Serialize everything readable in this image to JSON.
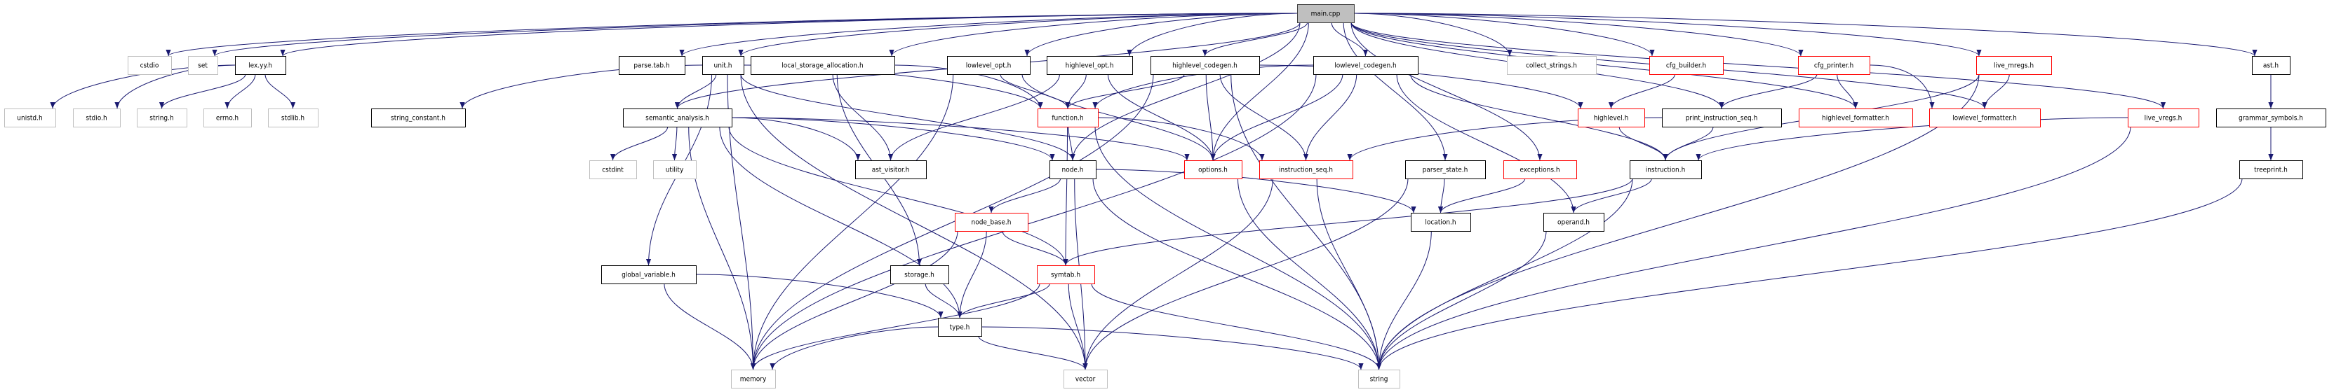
{
  "colors": {
    "edge": "#191970",
    "root_fill": "#bfbfbf",
    "documented_border": "#000000",
    "incomplete_border": "#ff0000",
    "external_border": "#bfbfbf"
  },
  "nodes": {
    "main": {
      "label": "main.cpp",
      "kind": "root"
    },
    "cstdio": {
      "label": "cstdio",
      "kind": "sys"
    },
    "set": {
      "label": "set",
      "kind": "sys"
    },
    "lexyy": {
      "label": "lex.yy.h",
      "kind": "doc"
    },
    "parsetab": {
      "label": "parse.tab.h",
      "kind": "doc"
    },
    "unit": {
      "label": "unit.h",
      "kind": "doc"
    },
    "lsa": {
      "label": "local_storage_allocation.h",
      "kind": "doc"
    },
    "llopt": {
      "label": "lowlevel_opt.h",
      "kind": "doc"
    },
    "hlopt": {
      "label": "highlevel_opt.h",
      "kind": "doc"
    },
    "hlcg": {
      "label": "highlevel_codegen.h",
      "kind": "doc"
    },
    "llcg": {
      "label": "lowlevel_codegen.h",
      "kind": "doc"
    },
    "collect": {
      "label": "collect_strings.h",
      "kind": "sys"
    },
    "cfgb": {
      "label": "cfg_builder.h",
      "kind": "red"
    },
    "cfgp": {
      "label": "cfg_printer.h",
      "kind": "red"
    },
    "livem": {
      "label": "live_mregs.h",
      "kind": "red"
    },
    "ast": {
      "label": "ast.h",
      "kind": "doc"
    },
    "unistd": {
      "label": "unistd.h",
      "kind": "sys"
    },
    "stdioh": {
      "label": "stdio.h",
      "kind": "sys"
    },
    "stringh": {
      "label": "string.h",
      "kind": "sys"
    },
    "errno": {
      "label": "errno.h",
      "kind": "sys"
    },
    "stdlib": {
      "label": "stdlib.h",
      "kind": "sys"
    },
    "strconst": {
      "label": "string_constant.h",
      "kind": "doc"
    },
    "sema": {
      "label": "semantic_analysis.h",
      "kind": "doc"
    },
    "function": {
      "label": "function.h",
      "kind": "red"
    },
    "highlevel": {
      "label": "highlevel.h",
      "kind": "red"
    },
    "pis": {
      "label": "print_instruction_seq.h",
      "kind": "doc"
    },
    "hlfmt": {
      "label": "highlevel_formatter.h",
      "kind": "red"
    },
    "llfmt": {
      "label": "lowlevel_formatter.h",
      "kind": "red"
    },
    "livev": {
      "label": "live_vregs.h",
      "kind": "red"
    },
    "grammar": {
      "label": "grammar_symbols.h",
      "kind": "doc"
    },
    "cstdint": {
      "label": "cstdint",
      "kind": "sys"
    },
    "utility": {
      "label": "utility",
      "kind": "sys"
    },
    "astvis": {
      "label": "ast_visitor.h",
      "kind": "doc"
    },
    "node": {
      "label": "node.h",
      "kind": "doc"
    },
    "options": {
      "label": "options.h",
      "kind": "red"
    },
    "iseq": {
      "label": "instruction_seq.h",
      "kind": "red"
    },
    "pstate": {
      "label": "parser_state.h",
      "kind": "doc"
    },
    "exceptions": {
      "label": "exceptions.h",
      "kind": "red"
    },
    "instruction": {
      "label": "instruction.h",
      "kind": "doc"
    },
    "treeprint": {
      "label": "treeprint.h",
      "kind": "doc"
    },
    "nodebase": {
      "label": "node_base.h",
      "kind": "red"
    },
    "location": {
      "label": "location.h",
      "kind": "doc"
    },
    "operand": {
      "label": "operand.h",
      "kind": "doc"
    },
    "globalvar": {
      "label": "global_variable.h",
      "kind": "doc"
    },
    "storage": {
      "label": "storage.h",
      "kind": "doc"
    },
    "symtab": {
      "label": "symtab.h",
      "kind": "red"
    },
    "type": {
      "label": "type.h",
      "kind": "doc"
    },
    "memory": {
      "label": "memory",
      "kind": "sys"
    },
    "vector": {
      "label": "vector",
      "kind": "sys"
    },
    "string": {
      "label": "string",
      "kind": "sys"
    }
  },
  "edges": [
    [
      "main",
      "cstdio"
    ],
    [
      "main",
      "set"
    ],
    [
      "main",
      "lexyy"
    ],
    [
      "main",
      "parsetab"
    ],
    [
      "main",
      "unit"
    ],
    [
      "main",
      "sema"
    ],
    [
      "main",
      "lsa"
    ],
    [
      "main",
      "llopt"
    ],
    [
      "main",
      "hlopt"
    ],
    [
      "main",
      "hlcg"
    ],
    [
      "main",
      "llcg"
    ],
    [
      "main",
      "collect"
    ],
    [
      "main",
      "cfgb"
    ],
    [
      "main",
      "cfgp"
    ],
    [
      "main",
      "livem"
    ],
    [
      "main",
      "ast"
    ],
    [
      "main",
      "options"
    ],
    [
      "main",
      "pstate"
    ],
    [
      "main",
      "exceptions"
    ],
    [
      "main",
      "livev"
    ],
    [
      "main",
      "hlfmt"
    ],
    [
      "main",
      "llfmt"
    ],
    [
      "main",
      "pis"
    ],
    [
      "main",
      "node"
    ],
    [
      "lexyy",
      "unistd"
    ],
    [
      "lexyy",
      "stdioh"
    ],
    [
      "lexyy",
      "stringh"
    ],
    [
      "lexyy",
      "errno"
    ],
    [
      "lexyy",
      "stdlib"
    ],
    [
      "unit",
      "strconst"
    ],
    [
      "unit",
      "sema"
    ],
    [
      "unit",
      "globalvar"
    ],
    [
      "unit",
      "memory"
    ],
    [
      "unit",
      "function"
    ],
    [
      "unit",
      "node"
    ],
    [
      "unit",
      "vector"
    ],
    [
      "lsa",
      "astvis"
    ],
    [
      "lsa",
      "storage"
    ],
    [
      "lsa",
      "function"
    ],
    [
      "llopt",
      "function"
    ],
    [
      "llopt",
      "options"
    ],
    [
      "llopt",
      "memory"
    ],
    [
      "hlopt",
      "function"
    ],
    [
      "hlopt",
      "options"
    ],
    [
      "hlopt",
      "astvis"
    ],
    [
      "hlcg",
      "function"
    ],
    [
      "hlcg",
      "options"
    ],
    [
      "hlcg",
      "iseq"
    ],
    [
      "hlcg",
      "string"
    ],
    [
      "hlcg",
      "highlevel"
    ],
    [
      "hlcg",
      "memory"
    ],
    [
      "llcg",
      "function"
    ],
    [
      "llcg",
      "options"
    ],
    [
      "llcg",
      "iseq"
    ],
    [
      "llcg",
      "instruction"
    ],
    [
      "llcg",
      "operand"
    ],
    [
      "llcg",
      "memory"
    ],
    [
      "sema",
      "cstdint"
    ],
    [
      "sema",
      "utility"
    ],
    [
      "sema",
      "astvis"
    ],
    [
      "sema",
      "node"
    ],
    [
      "sema",
      "options"
    ],
    [
      "sema",
      "symtab"
    ],
    [
      "sema",
      "type"
    ],
    [
      "sema",
      "memory"
    ],
    [
      "function",
      "node"
    ],
    [
      "function",
      "iseq"
    ],
    [
      "function",
      "symtab"
    ],
    [
      "function",
      "string"
    ],
    [
      "node",
      "nodebase"
    ],
    [
      "node",
      "location"
    ],
    [
      "node",
      "vector"
    ],
    [
      "node",
      "string"
    ],
    [
      "nodebase",
      "symtab"
    ],
    [
      "nodebase",
      "type"
    ],
    [
      "nodebase",
      "memory"
    ],
    [
      "symtab",
      "type"
    ],
    [
      "symtab",
      "vector"
    ],
    [
      "symtab",
      "string"
    ],
    [
      "symtab",
      "memory"
    ],
    [
      "storage",
      "type"
    ],
    [
      "globalvar",
      "type"
    ],
    [
      "globalvar",
      "memory"
    ],
    [
      "type",
      "memory"
    ],
    [
      "type",
      "vector"
    ],
    [
      "type",
      "string"
    ],
    [
      "options",
      "string"
    ],
    [
      "iseq",
      "vector"
    ],
    [
      "iseq",
      "string"
    ],
    [
      "pstate",
      "location"
    ],
    [
      "pstate",
      "vector"
    ],
    [
      "exceptions",
      "location"
    ],
    [
      "location",
      "string"
    ],
    [
      "instruction",
      "operand"
    ],
    [
      "instruction",
      "symtab"
    ],
    [
      "instruction",
      "string"
    ],
    [
      "operand",
      "string"
    ],
    [
      "highlevel",
      "instruction"
    ],
    [
      "pis",
      "instruction"
    ],
    [
      "pis",
      "iseq"
    ],
    [
      "cfgb",
      "highlevel"
    ],
    [
      "cfgp",
      "pis"
    ],
    [
      "cfgp",
      "hlfmt"
    ],
    [
      "cfgp",
      "llfmt"
    ],
    [
      "livem",
      "llfmt"
    ],
    [
      "livem",
      "instruction"
    ],
    [
      "livem",
      "string"
    ],
    [
      "livev",
      "instruction"
    ],
    [
      "livev",
      "string"
    ],
    [
      "ast",
      "grammar"
    ],
    [
      "ast",
      "treeprint"
    ],
    [
      "grammar",
      "treeprint"
    ],
    [
      "treeprint",
      "string"
    ]
  ]
}
